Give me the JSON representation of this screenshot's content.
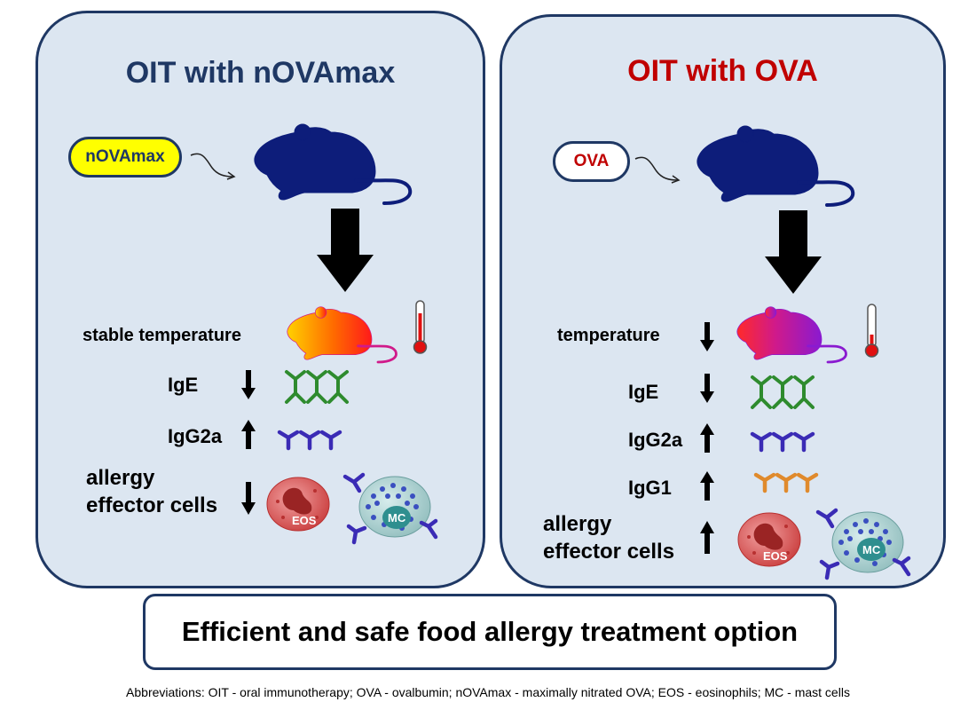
{
  "colors": {
    "panel_fill": "#dce6f1",
    "panel_border": "#1f3864",
    "left_title": "#1f3864",
    "right_title": "#c00000",
    "mouse": "#0d1d7a",
    "nOVAmax_pill_fill": "#ffff00",
    "ova_text": "#c00000",
    "IgE_antibody": "#2e8b2e",
    "IgG2a_antibody": "#3a2bb5",
    "IgG1_antibody": "#e08a2c",
    "eosinophil": "#d94b4b",
    "mast_cell": "#2f8f8f"
  },
  "left_panel": {
    "title": "OIT with nOVAmax",
    "treatment": "nOVAmax",
    "rows": [
      {
        "label": "stable temperature",
        "arrow": "none",
        "icon": "warm-mouse-icon"
      },
      {
        "label": "IgE",
        "arrow": "down",
        "icon": "IgE-antibody-icon"
      },
      {
        "label": "IgG2a",
        "arrow": "up",
        "icon": "IgG2a-antibody-icon"
      },
      {
        "label_line1": "allergy",
        "label_line2": "effector cells",
        "arrow": "down",
        "icon": "effector-cells-icon"
      }
    ],
    "eos_label": "EOS",
    "mc_label": "MC"
  },
  "right_panel": {
    "title": "OIT with OVA",
    "treatment": "OVA",
    "rows": [
      {
        "label": "temperature",
        "arrow": "down",
        "icon": "cold-mouse-icon"
      },
      {
        "label": "IgE",
        "arrow": "down",
        "icon": "IgE-antibody-icon"
      },
      {
        "label": "IgG2a",
        "arrow": "up",
        "icon": "IgG2a-antibody-icon"
      },
      {
        "label": "IgG1",
        "arrow": "up",
        "icon": "IgG1-antibody-icon"
      },
      {
        "label_line1": "allergy",
        "label_line2": "effector cells",
        "arrow": "up",
        "icon": "effector-cells-icon"
      }
    ],
    "eos_label": "EOS",
    "mc_label": "MC"
  },
  "summary": "Efficient and safe food allergy treatment option",
  "footnote": "Abbreviations: OIT - oral immunotherapy; OVA - ovalbumin; nOVAmax - maximally nitrated OVA; EOS - eosinophils; MC - mast cells"
}
